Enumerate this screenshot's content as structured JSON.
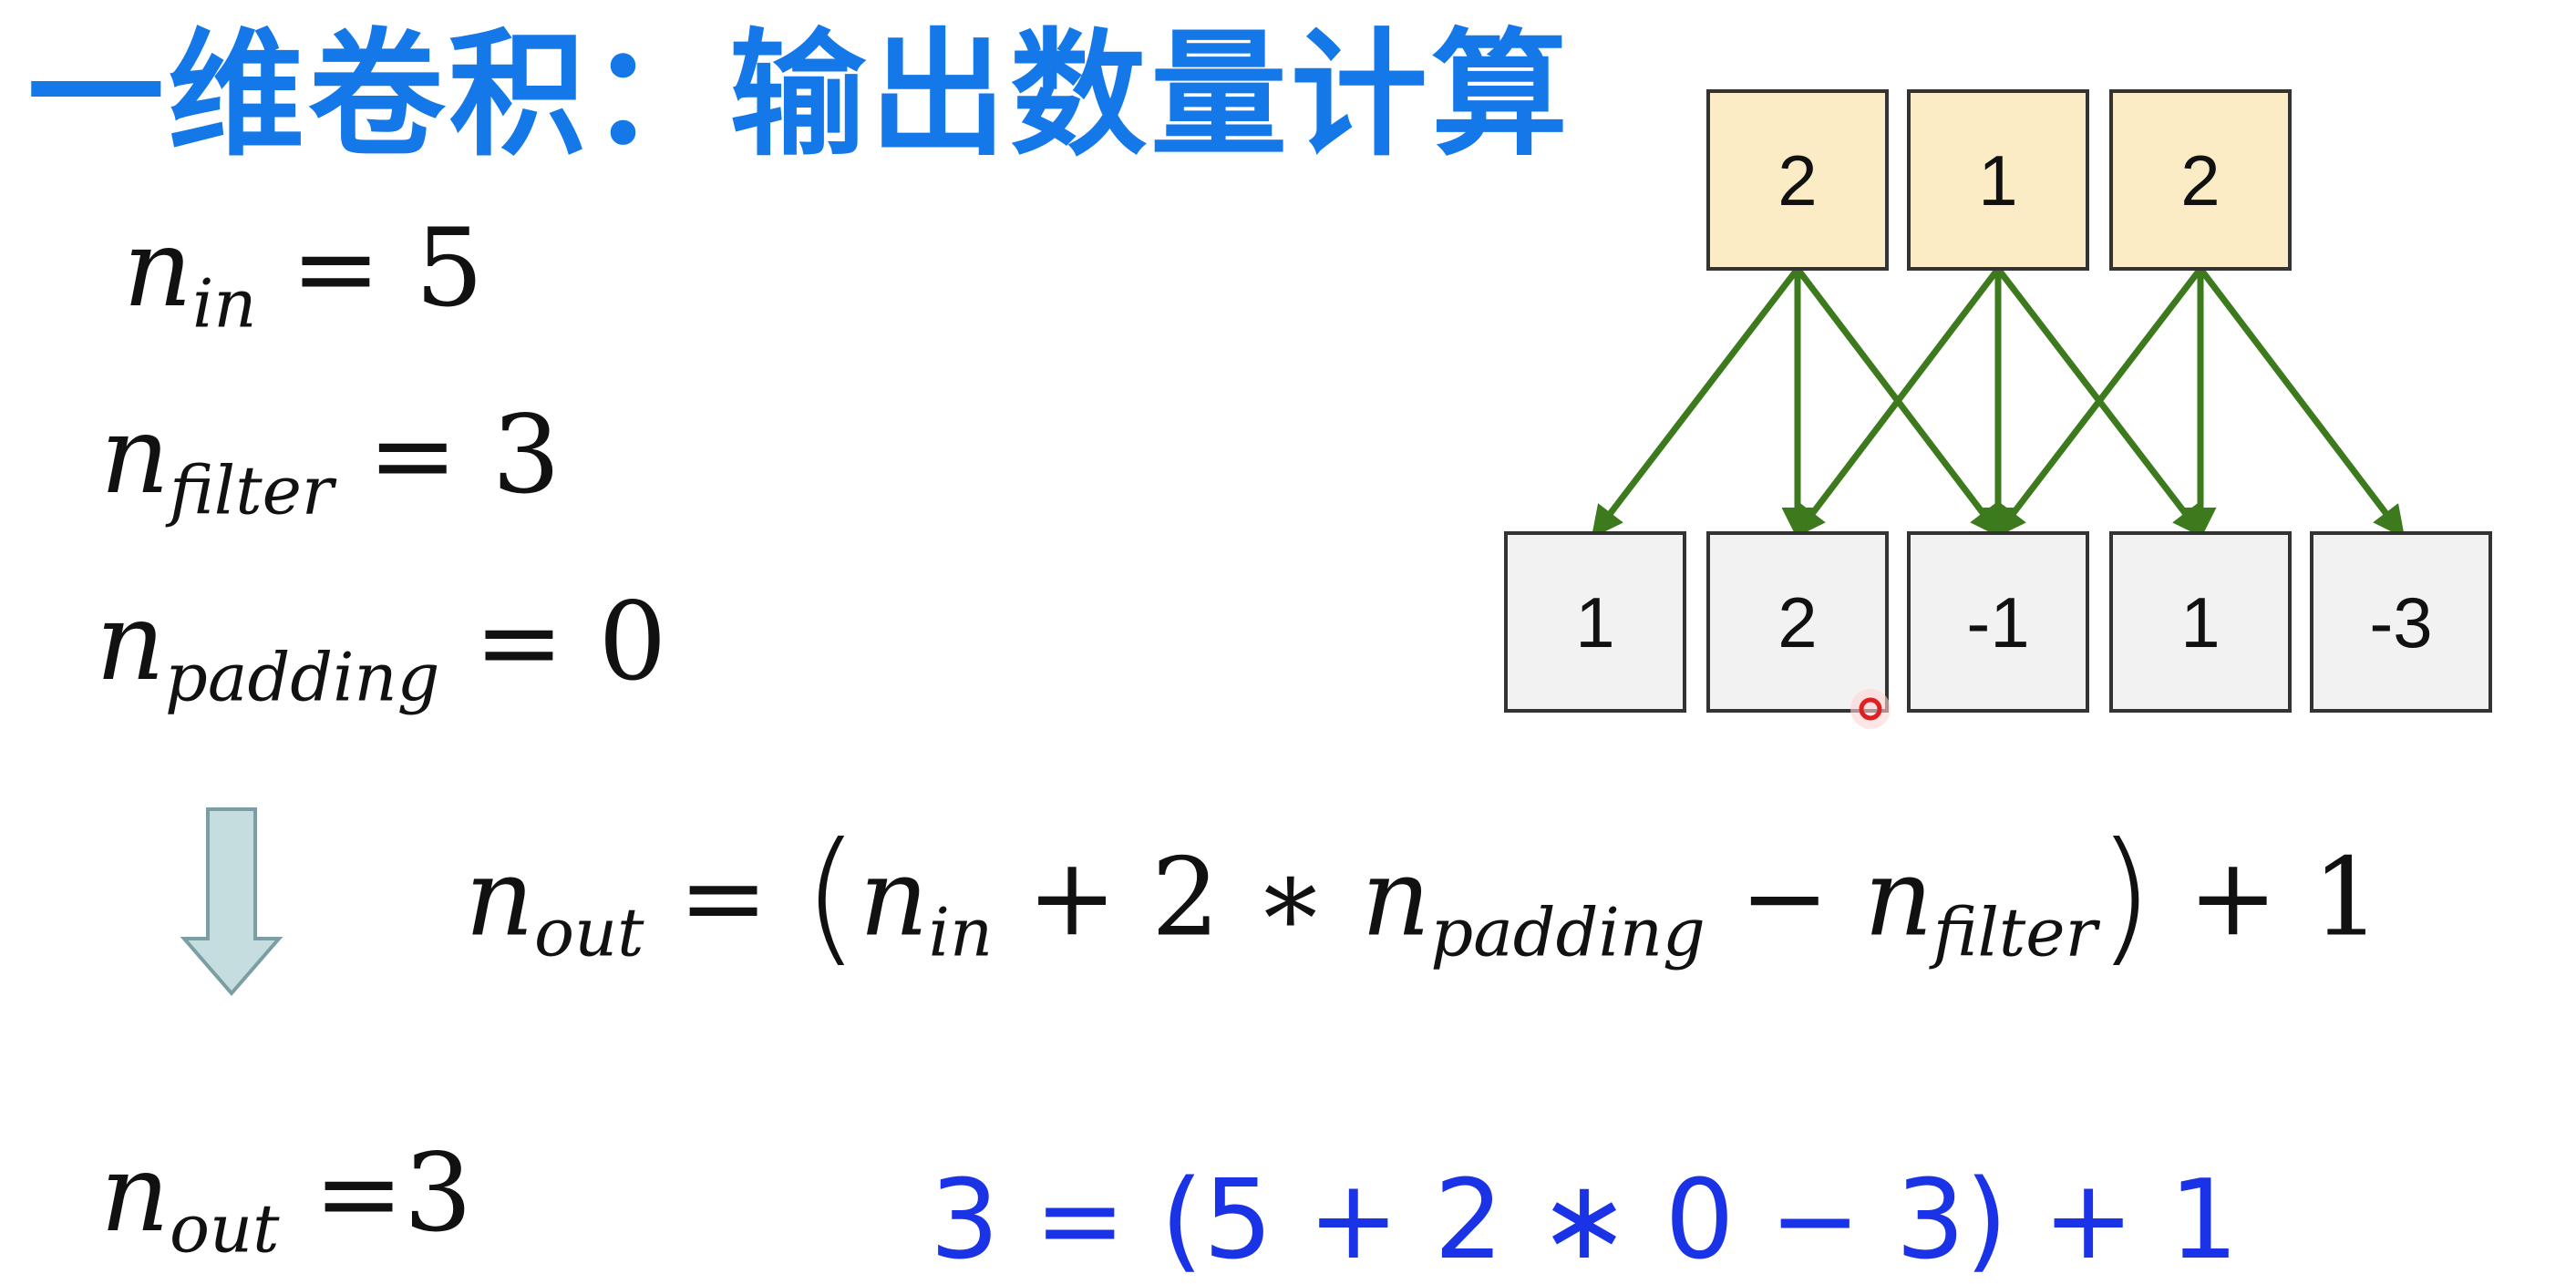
{
  "title": "一维卷积：输出数量计算",
  "params": {
    "n_in": {
      "base": "n",
      "sub": "in",
      "eq": "=",
      "value": "5"
    },
    "n_filter": {
      "base": "n",
      "sub": "filter",
      "eq": "=",
      "value": "3"
    },
    "n_padding": {
      "base": "n",
      "sub": "padding",
      "eq": "=",
      "value": "0"
    }
  },
  "formula": {
    "lhs_base": "n",
    "lhs_sub": "out",
    "eq": "=",
    "lparen": "(",
    "t1_base": "n",
    "t1_sub": "in",
    "plus1": "+",
    "two": "2",
    "times": "∗",
    "t2_base": "n",
    "t2_sub": "padding",
    "minus": "−",
    "t3_base": "n",
    "t3_sub": "filter",
    "rparen": ")",
    "plus2": "+",
    "one": "1"
  },
  "result": {
    "base": "n",
    "sub": "out",
    "eq": "=",
    "value": "3"
  },
  "numeric": "3 = (5 + 2 ∗ 0 − 3) + 1",
  "filter_values": [
    "2",
    "1",
    "2"
  ],
  "input_values": [
    "1",
    "2",
    "-1",
    "1",
    "-3"
  ],
  "colors": {
    "title": "#1478e8",
    "filter_fill": "#fbecc6",
    "input_fill": "#f2f2f2",
    "connection": "#3d7a1e",
    "numeric": "#1a33e6",
    "arrow_fill": "#c6dde0",
    "cursor": "#e02020"
  }
}
